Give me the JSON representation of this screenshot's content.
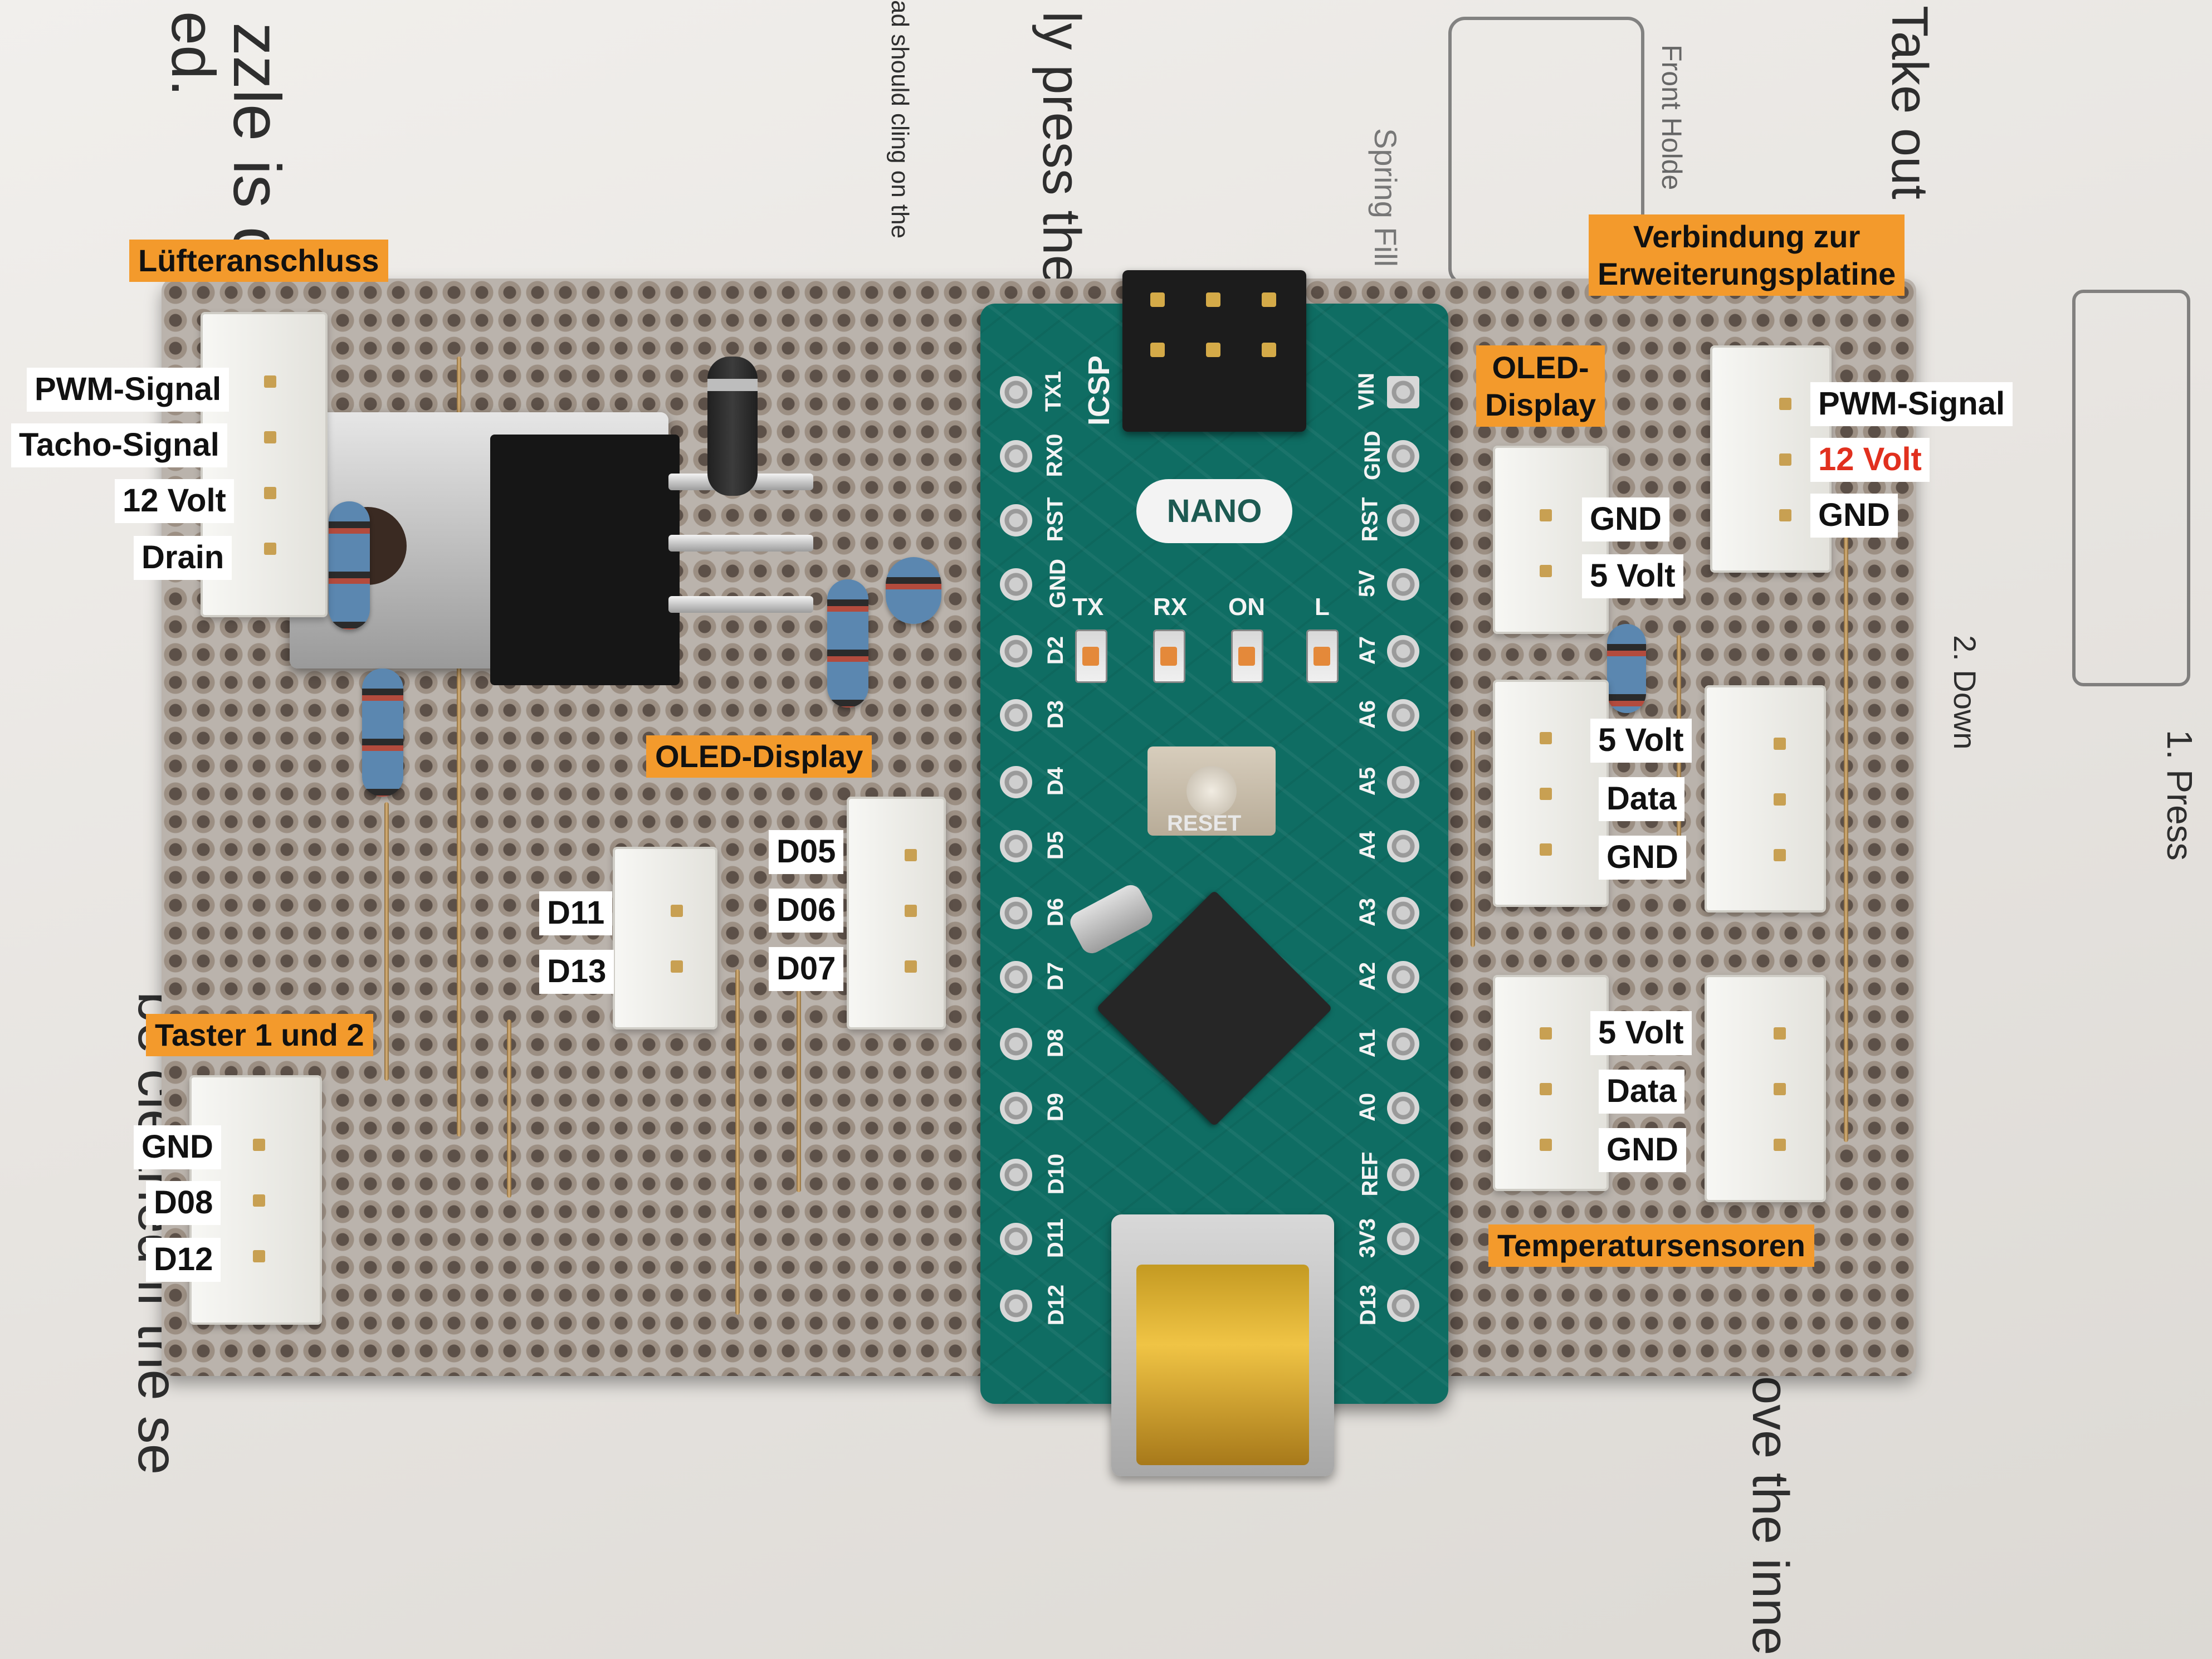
{
  "annotations": {
    "fan_connector": {
      "title": "Lüfteranschluss",
      "pins": [
        "PWM-Signal",
        "Tacho-Signal",
        "12 Volt",
        "Drain"
      ]
    },
    "buttons": {
      "title": "Taster 1 und 2",
      "pins": [
        "GND",
        "D08",
        "D12"
      ]
    },
    "oled_left": {
      "title": "OLED-Display",
      "pins_left": [
        "D11",
        "D13"
      ],
      "pins_right": [
        "D05",
        "D06",
        "D07"
      ]
    },
    "extension": {
      "title_line1": "Verbindung zur",
      "title_line2": "Erweiterungsplatine",
      "pins": [
        "PWM-Signal",
        "12 Volt",
        "GND"
      ],
      "highlight_color": "#e1301e"
    },
    "oled_right": {
      "title_line1": "OLED-",
      "title_line2": "Display",
      "pins": [
        "GND",
        "5 Volt"
      ]
    },
    "temp_sensors": {
      "title": "Temperatursensoren",
      "sensor1": [
        "5 Volt",
        "Data",
        "GND"
      ],
      "sensor2": [
        "5 Volt",
        "Data",
        "GND"
      ]
    }
  },
  "board": {
    "name": "NANO",
    "icsp": "ICSP",
    "reset": "RESET",
    "leds": [
      "TX",
      "RX",
      "ON",
      "L"
    ],
    "left_pins": [
      "TX1",
      "RX0",
      "RST",
      "GND",
      "D2",
      "D3",
      "D4",
      "D5",
      "D6",
      "D7",
      "D8",
      "D9",
      "D10",
      "D11",
      "D12"
    ],
    "right_pins": [
      "VIN",
      "GND",
      "RST",
      "5V",
      "A7",
      "A6",
      "A5",
      "A4",
      "A3",
      "A2",
      "A1",
      "A0",
      "REF",
      "3V3",
      "D13"
    ]
  },
  "background_text": [
    "zzle is da",
    "ed.",
    "ad should cling on the",
    "ly press the",
    "Spring Fill",
    "Front Holde",
    "Take out",
    "2. Down",
    "1. Press",
    "ove the inne",
    "be cleaned if the se"
  ],
  "colors": {
    "label_orange": "#f39a2c",
    "label_white": "#ffffff",
    "pcb": "#bab3ac",
    "arduino": "#0f6d63"
  }
}
